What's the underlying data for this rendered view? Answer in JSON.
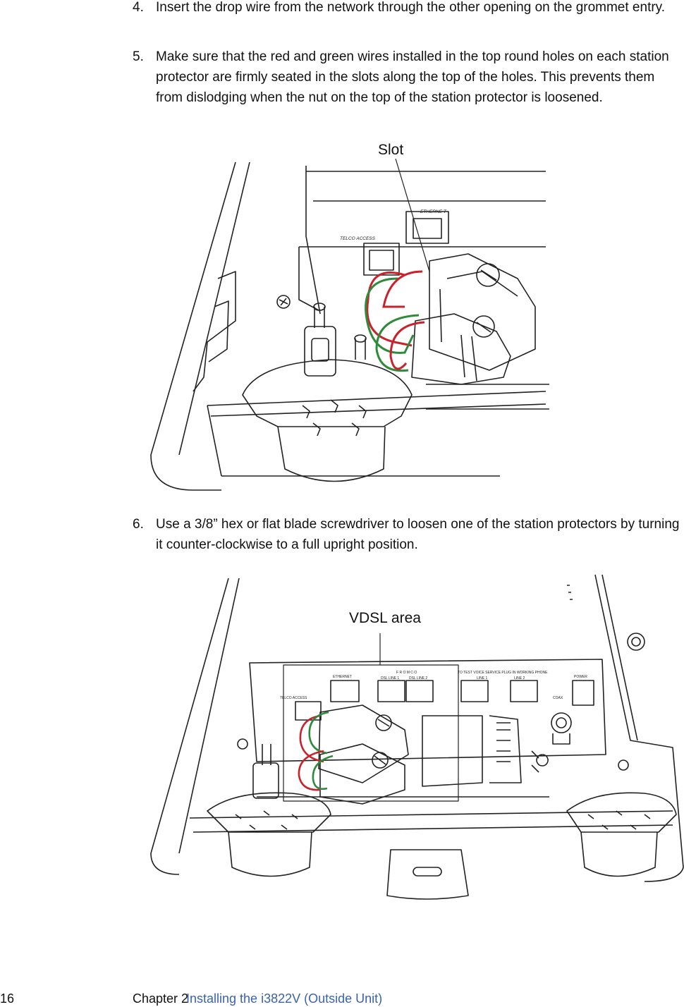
{
  "steps": [
    {
      "number": "4.",
      "text": "Insert the drop wire from the network through the other opening on the grommet entry."
    },
    {
      "number": "5.",
      "text": "Make sure that the red and green wires installed in the top round holes on each station protector are firmly seated in the slots along the top of the holes. This prevents them from dislodging when the nut on the top of the station protector is loosened."
    },
    {
      "number": "6.",
      "text": "Use a 3/8” hex or flat blade screwdriver to loosen one of the station protectors by turning it counter-clockwise to a full upright position."
    }
  ],
  "figure1": {
    "callout": "Slot",
    "labels": {
      "ethernet": "ETHERNE T",
      "telco_access": "TELCO ACCESS"
    }
  },
  "figure2": {
    "callout": "VDSL area",
    "labels": {
      "ethernet": "ETHERNET",
      "telco_access": "TELCO ACCESS",
      "from_co": "F R O M C O",
      "dsl_line_1": "DSL LINE 1",
      "dsl_line_2": "DSL LINE 2",
      "test_voice": "TO TEST VOICE SERVICE PLUG IN WORKING PHONE",
      "line_1": "LINE 1",
      "line_2": "LINE 2",
      "power": "POWER",
      "coax": "COAX"
    }
  },
  "footer": {
    "page_number": "16",
    "chapter": "Chapter 2",
    "chapter_title": "Installing the i3822V (Outside Unit)"
  },
  "colors": {
    "wire_red": "#c8232c",
    "wire_green": "#2f8a3c",
    "link_blue": "#3b63a8"
  }
}
